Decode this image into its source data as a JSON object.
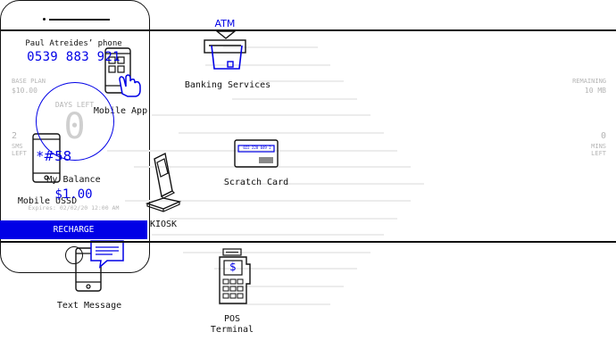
{
  "channels": {
    "atm_sign": "ATM",
    "banking": "Banking Services",
    "mobile_app": "Mobile App",
    "mobile_ussd": "Mobile USSD",
    "ussd_code": "*#58",
    "scratch_card": "Scratch Card",
    "card_number": "022 228 049 2",
    "kiosk": "KIOSK",
    "text_message": "Text Message",
    "pos_line1": "POS",
    "pos_line2": "Terminal",
    "pos_symbol": "$"
  },
  "phone": {
    "title": "Paul Atreides’ phone",
    "number": "0539 883 921",
    "base_plan_label": "BASE PLAN",
    "base_plan_value": "$10.00",
    "remaining_label": "REMAINING",
    "remaining_value": "10 MB",
    "days_left_label": "DAYS LEFT",
    "days_left_value": "0",
    "sms_value": "2",
    "sms_label1": "SMS",
    "sms_label2": "LEFT",
    "mins_value": "0",
    "mins_label1": "MINS",
    "mins_label2": "LEFT",
    "balance_label": "My Balance",
    "balance_value": "$1.00",
    "expires": "Expires: 02/02/20 12:00 AM",
    "recharge_label": "RECHARGE"
  },
  "colors": {
    "accent": "#0000e6",
    "line": "#111111",
    "muted": "#b5b5b5",
    "stripe": "#ececec"
  }
}
